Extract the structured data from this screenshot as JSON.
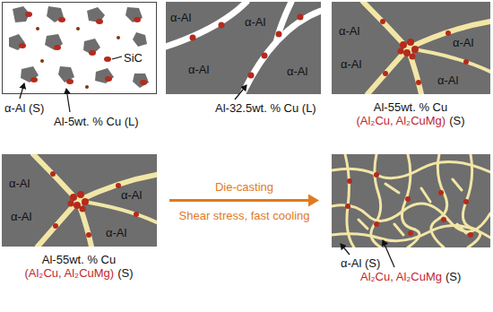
{
  "diagram": {
    "nodes": [
      {
        "text": [
          "SiC",
          "α-Al (S)",
          "Al-5wt. % Cu (L)"
        ]
      },
      {
        "text": [
          "α-Al",
          "α-Al",
          "α-Al",
          "α-Al",
          "Al-32.5wt. % Cu (L)"
        ]
      },
      {
        "text": [
          "α-Al",
          "α-Al",
          "α-Al",
          "α-Al",
          "Al-55wt. % Cu",
          "(Al₂Cu, Al₂CuMg)",
          "(S)"
        ]
      },
      {
        "text": [
          "α-Al",
          "α-Al",
          "α-Al",
          "α-Al",
          "Al-55wt. % Cu",
          "(Al₂Cu, Al₂CuMg)",
          "(S)"
        ]
      },
      {
        "text": [
          "α-Al (S)",
          "Al₂Cu, Al₂CuMg",
          "(S)"
        ]
      }
    ],
    "edges": [
      {
        "from": 3,
        "to": 4,
        "arrow": "to",
        "label": "Die-casting"
      }
    ],
    "labels": [
      "Shear stress, fast cooling"
    ]
  }
}
